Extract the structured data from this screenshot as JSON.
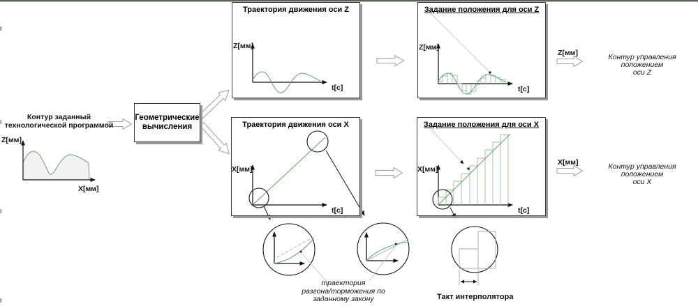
{
  "source": {
    "title_line1": "Контур заданный",
    "title_line2": "технологической программой",
    "y_label": "Z[мм]",
    "x_label": "X[мм]"
  },
  "geometry_block": {
    "line1": "Геометрические",
    "line2": "вычисления"
  },
  "boxes": {
    "traj_z": {
      "title": "Траектория движения оси Z",
      "y_label": "Z[мм]",
      "x_label": "t[c]"
    },
    "set_z": {
      "title": "Задание положения для оси Z",
      "y_label": "Z[мм]",
      "x_label": "t[c]"
    },
    "traj_x": {
      "title": "Траектория движения оси X",
      "y_label": "X[мм]",
      "x_label": "t[c]"
    },
    "set_x": {
      "title": "Задание положения для оси X",
      "y_label": "X[мм]",
      "x_label": "t[c]"
    }
  },
  "outputs": {
    "z": {
      "signal": "Z[мм]",
      "line1": "Контур управления положением",
      "line2": "оси Z"
    },
    "x": {
      "signal": "X[мм]",
      "line1": "Контур управления положением",
      "line2": "оси X"
    }
  },
  "annotations": {
    "ramp_line1": "траектория",
    "ramp_line2": "разгона/торможения по",
    "ramp_line3": "заданному закону",
    "interpolator": "Такт интерполятора"
  },
  "colors": {
    "curve_green": "#63a063",
    "step_green": "#9dbf9d",
    "leader_gray": "#c4c4c4",
    "shadow_gray": "#979797"
  }
}
